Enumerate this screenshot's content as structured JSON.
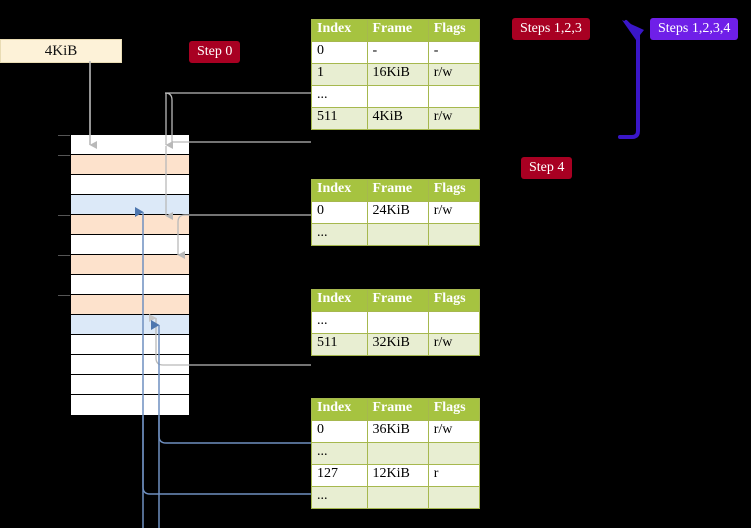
{
  "labels": {
    "frame_size": "4KiB",
    "step0": "Step 0",
    "step4": "Step 4",
    "steps123": "Steps 1,2,3",
    "steps1234": "Steps 1,2,3,4"
  },
  "colors": {
    "header_green": "#a6c340",
    "row_alt": "#e8eed2",
    "highlight_yellow": "#fcfaa8",
    "badge_red": "#a80022",
    "badge_blue": "#6f1fe8",
    "frame_box": "#fdf2d8",
    "mem_orange": "#fde2cc",
    "mem_blue": "#dce9f8",
    "arrow_gray": "#a8a8a8",
    "arrow_blue": "#6f8fc0",
    "bracket_purple": "#3a16c8"
  },
  "columns": [
    "Index",
    "Frame",
    "Flags"
  ],
  "tables": [
    {
      "name": "pml4-table",
      "rows": [
        {
          "index": "0",
          "frame": "-",
          "flags": "-",
          "alt": false,
          "hl": false
        },
        {
          "index": "1",
          "frame": "16KiB",
          "flags": "r/w",
          "alt": true,
          "hl": false
        },
        {
          "index": "...",
          "frame": "",
          "flags": "",
          "alt": false,
          "hl": false
        },
        {
          "index": "511",
          "frame": "4KiB",
          "flags": "r/w",
          "alt": true,
          "hl": true
        }
      ]
    },
    {
      "name": "pdpt-table",
      "rows": [
        {
          "index": "0",
          "frame": "24KiB",
          "flags": "r/w",
          "alt": false,
          "hl": false
        },
        {
          "index": "...",
          "frame": "",
          "flags": "",
          "alt": true,
          "hl": false
        }
      ]
    },
    {
      "name": "pd-table",
      "rows": [
        {
          "index": "...",
          "frame": "",
          "flags": "",
          "alt": false,
          "hl": false
        },
        {
          "index": "511",
          "frame": "32KiB",
          "flags": "r/w",
          "alt": true,
          "hl": false
        }
      ]
    },
    {
      "name": "pt-table",
      "rows": [
        {
          "index": "0",
          "frame": "36KiB",
          "flags": "r/w",
          "alt": false,
          "hl": false
        },
        {
          "index": "...",
          "frame": "",
          "flags": "",
          "alt": true,
          "hl": false
        },
        {
          "index": "127",
          "frame": "12KiB",
          "flags": "r",
          "alt": false,
          "hl": false
        },
        {
          "index": "...",
          "frame": "",
          "flags": "",
          "alt": true,
          "hl": false
        }
      ]
    }
  ],
  "memory_rows": [
    {
      "fill": "m-white",
      "tick": true
    },
    {
      "fill": "m-orange",
      "tick": true
    },
    {
      "fill": "m-white",
      "tick": false
    },
    {
      "fill": "m-blue",
      "tick": false
    },
    {
      "fill": "m-orange",
      "tick": true
    },
    {
      "fill": "m-white",
      "tick": false
    },
    {
      "fill": "m-orange",
      "tick": true
    },
    {
      "fill": "m-white",
      "tick": false
    },
    {
      "fill": "m-orange",
      "tick": true
    },
    {
      "fill": "m-blue",
      "tick": false
    },
    {
      "fill": "m-white",
      "tick": false
    },
    {
      "fill": "m-white",
      "tick": false
    },
    {
      "fill": "m-white",
      "tick": false
    },
    {
      "fill": "m-white",
      "tick": false
    }
  ]
}
